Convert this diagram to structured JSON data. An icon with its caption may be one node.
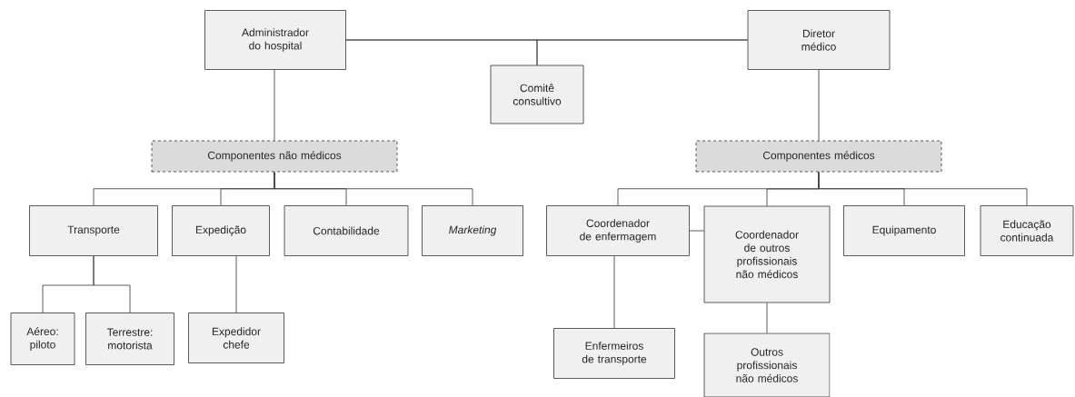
{
  "diagram": {
    "nodes": [
      {
        "text": [
          "Administrador do hospital"
        ]
      },
      {
        "text": [
          "Diretor médico"
        ]
      },
      {
        "text": [
          "Comitê consultivo"
        ]
      },
      {
        "text": [
          "Componentes não médicos"
        ]
      },
      {
        "text": [
          "Componentes médicos"
        ]
      },
      {
        "text": [
          "Transporte"
        ]
      },
      {
        "text": [
          "Expedição"
        ]
      },
      {
        "text": [
          "Contabilidade"
        ]
      },
      {
        "text": [
          "Marketing"
        ]
      },
      {
        "text": [
          "Coordenador de enfermagem"
        ]
      },
      {
        "text": [
          "Coordenador de outros profissionais não médicos"
        ]
      },
      {
        "text": [
          "Equipamento"
        ]
      },
      {
        "text": [
          "Educação continuada"
        ]
      },
      {
        "text": [
          "Aéreo: piloto"
        ]
      },
      {
        "text": [
          "Terrestre: motorista"
        ]
      },
      {
        "text": [
          "Expedidor chefe"
        ]
      },
      {
        "text": [
          "Enfermeiros de transporte"
        ]
      },
      {
        "text": [
          "Outros profissionais não médicos"
        ]
      }
    ],
    "edges": [
      {
        "from": 0,
        "to": 1,
        "arrow": "none"
      },
      {
        "from": 0,
        "to": 2,
        "arrow": "none"
      },
      {
        "from": 1,
        "to": 2,
        "arrow": "none"
      },
      {
        "from": 0,
        "to": 3,
        "arrow": "none"
      },
      {
        "from": 1,
        "to": 4,
        "arrow": "none"
      },
      {
        "from": 3,
        "to": 5,
        "arrow": "none"
      },
      {
        "from": 3,
        "to": 6,
        "arrow": "none"
      },
      {
        "from": 3,
        "to": 7,
        "arrow": "none"
      },
      {
        "from": 3,
        "to": 8,
        "arrow": "none"
      },
      {
        "from": 4,
        "to": 9,
        "arrow": "none"
      },
      {
        "from": 4,
        "to": 10,
        "arrow": "none"
      },
      {
        "from": 4,
        "to": 11,
        "arrow": "none"
      },
      {
        "from": 4,
        "to": 12,
        "arrow": "none"
      },
      {
        "from": 9,
        "to": 10,
        "arrow": "none"
      },
      {
        "from": 5,
        "to": 13,
        "arrow": "none"
      },
      {
        "from": 5,
        "to": 14,
        "arrow": "none"
      },
      {
        "from": 6,
        "to": 15,
        "arrow": "none"
      },
      {
        "from": 9,
        "to": 16,
        "arrow": "none"
      },
      {
        "from": 10,
        "to": 17,
        "arrow": "none"
      }
    ]
  }
}
